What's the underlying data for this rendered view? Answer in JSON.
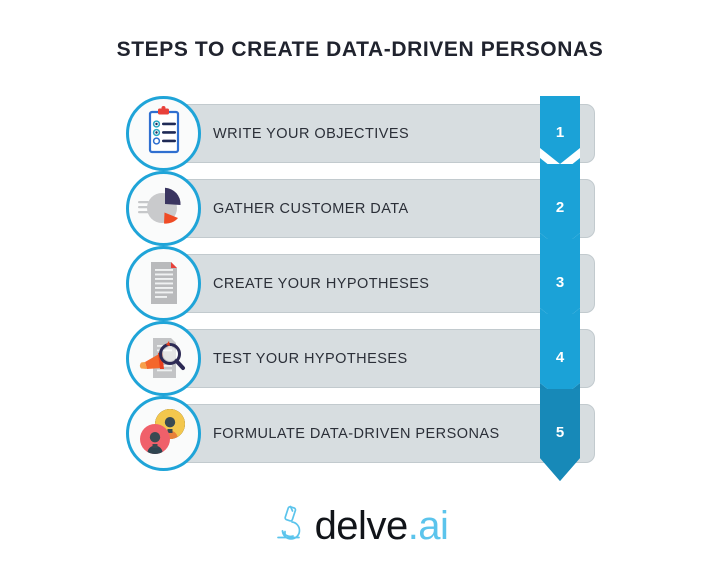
{
  "page": {
    "title": "STEPS TO CREATE DATA-DRIVEN PERSONAS",
    "background_color": "#ffffff",
    "accent_color": "#1fa4d8",
    "pill_color": "#d7dde0",
    "title_color": "#20232e"
  },
  "steps": [
    {
      "number": "1",
      "label": "WRITE YOUR OBJECTIVES",
      "icon": "clipboard-checklist-icon"
    },
    {
      "number": "2",
      "label": "GATHER CUSTOMER DATA",
      "icon": "pie-chart-icon"
    },
    {
      "number": "3",
      "label": "CREATE YOUR HYPOTHESES",
      "icon": "document-icon"
    },
    {
      "number": "4",
      "label": "TEST YOUR HYPOTHESES",
      "icon": "megaphone-magnifier-icon"
    },
    {
      "number": "5",
      "label": "FORMULATE DATA-DRIVEN PERSONAS",
      "icon": "personas-avatars-icon"
    }
  ],
  "arrow": {
    "name": "downward-step-arrow",
    "color": "#1ba2d7",
    "shade_color": "#1789b8"
  },
  "logo": {
    "mark": "microscope-icon",
    "name": "delve",
    "tld": ".ai",
    "mark_color": "#5bc4ec",
    "name_color": "#111419"
  }
}
